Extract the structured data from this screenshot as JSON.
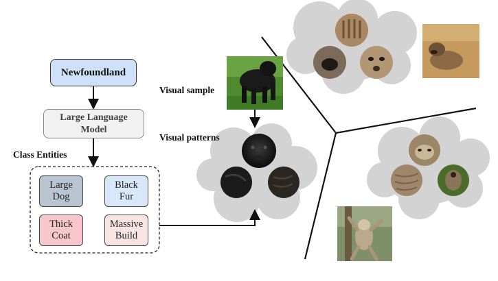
{
  "diagram": {
    "class_name": "Newfoundland",
    "llm": {
      "line1": "Large Language",
      "line2": "Model"
    },
    "class_entities_label": "Class Entities",
    "entities": [
      {
        "line1": "Large",
        "line2": "Dog",
        "color": "#b8c5d1"
      },
      {
        "line1": "Black",
        "line2": "Fur",
        "color": "#d8e8fa"
      },
      {
        "line1": "Thick",
        "line2": "Coat",
        "color": "#f7c7cc"
      },
      {
        "line1": "Massive",
        "line2": "Build",
        "color": "#f9e4e4"
      }
    ],
    "visual_sample_label": "Visual sample",
    "visual_patterns_label": "Visual patterns"
  },
  "colors": {
    "class_box": "#cfe1f9",
    "llm_box": "#f1f1f1",
    "cloud": "#d3d3d3",
    "line": "#111111"
  },
  "images": {
    "visual_sample": "dog-photo-icon",
    "meerkat_photo": "meerkat-photo-icon",
    "sloth_photo": "sloth-photo-icon"
  }
}
